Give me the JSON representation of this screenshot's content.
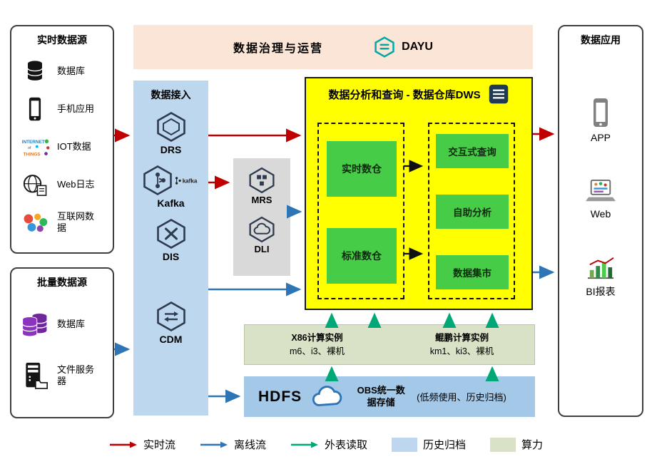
{
  "banner": {
    "title": "数据治理与运营",
    "logo": "DAYU"
  },
  "realtime_sources": {
    "title": "实时数据源",
    "items": [
      {
        "label": "数据库",
        "icon": "database-icon"
      },
      {
        "label": "手机应用",
        "icon": "mobile-phone-icon"
      },
      {
        "label": "IOT数据",
        "icon": "iot-icon",
        "words": [
          "INTERNET",
          "of",
          "THINGS"
        ]
      },
      {
        "label": "Web日志",
        "icon": "web-log-icon"
      },
      {
        "label": "互联网数据",
        "icon": "internet-data-icon"
      }
    ]
  },
  "batch_sources": {
    "title": "批量数据源",
    "items": [
      {
        "label": "数据库",
        "icon": "purple-database-icon"
      },
      {
        "label": "文件服务器",
        "icon": "file-server-icon"
      }
    ]
  },
  "ingestion": {
    "title": "数据接入",
    "items": [
      {
        "label": "DRS",
        "icon": "drs-hexagon-icon"
      },
      {
        "label": "Kafka",
        "icon": "kafka-hexagon-icon",
        "wordmark": "kafka"
      },
      {
        "label": "DIS",
        "icon": "dis-hexagon-icon"
      },
      {
        "label": "CDM",
        "icon": "cdm-hexagon-icon"
      }
    ]
  },
  "processing": {
    "items": [
      {
        "label": "MRS",
        "icon": "mrs-hexagon-icon"
      },
      {
        "label": "DLI",
        "icon": "dli-hexagon-icon"
      }
    ]
  },
  "dws": {
    "title": "数据分析和查询 - 数据仓库DWS",
    "warehouses": [
      {
        "label": "实时数仓"
      },
      {
        "label": "标准数仓"
      }
    ],
    "services": [
      {
        "label": "交互式查询"
      },
      {
        "label": "自助分析"
      },
      {
        "label": "数据集市"
      }
    ]
  },
  "compute": {
    "groups": [
      {
        "title": "X86计算实例",
        "subtitle": "m6、i3、裸机"
      },
      {
        "title": "鲲鹏计算实例",
        "subtitle": "km1、ki3、裸机"
      }
    ]
  },
  "storage": {
    "hdfs_label": "HDFS",
    "obs_label": "OBS统一数据存储",
    "note": "(低频使用、历史归档)"
  },
  "applications": {
    "title": "数据应用",
    "items": [
      {
        "label": "APP",
        "icon": "app-phone-icon"
      },
      {
        "label": "Web",
        "icon": "web-browser-icon"
      },
      {
        "label": "BI报表",
        "icon": "bi-report-icon"
      }
    ]
  },
  "legend": {
    "items": [
      {
        "label": "实时流",
        "type": "arrow",
        "color": "#C00000"
      },
      {
        "label": "离线流",
        "type": "arrow",
        "color": "#2E75B6"
      },
      {
        "label": "外表读取",
        "type": "arrow",
        "color": "#00A878"
      },
      {
        "label": "历史归档",
        "type": "swatch",
        "color": "#BDD7EE"
      },
      {
        "label": "算力",
        "type": "swatch",
        "color": "#D9E2C6"
      }
    ]
  },
  "colors": {
    "banner_bg": "#FBE5D6",
    "ingestion_bg": "#BDD7EE",
    "processing_bg": "#D9D9D9",
    "dws_bg": "#FFFF00",
    "warehouse_green": "#47CC47",
    "compute_bg": "#D9E2C6",
    "storage_bg": "#A3C8E8",
    "realtime_arrow": "#C00000",
    "offline_arrow": "#2E75B6",
    "external_arrow": "#00A878"
  }
}
